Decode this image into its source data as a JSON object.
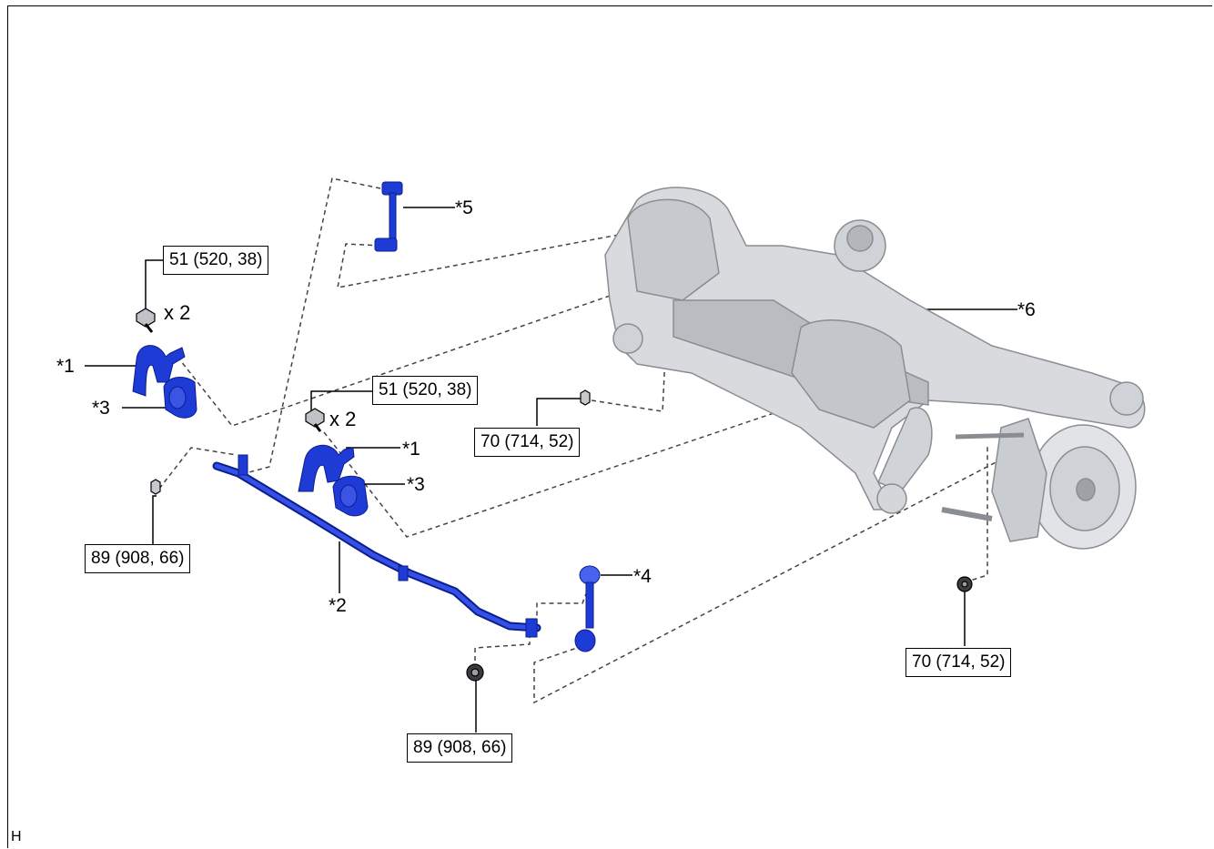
{
  "parts": {
    "stabilizer_bracket_left": "*1",
    "stabilizer_bracket_right": "*1",
    "stabilizer_bar": "*2",
    "bushing_left": "*3",
    "bushing_right": "*3",
    "link_lower": "*4",
    "link_upper": "*5",
    "suspension_member": "*6"
  },
  "torques": {
    "bracket_bolt_left": "51 (520, 38)",
    "bracket_bolt_right": "51 (520, 38)",
    "member_bolt_upper": "70 (714, 52)",
    "member_bolt_lower": "70 (714, 52)",
    "link_nut_left": "89 (908, 66)",
    "link_nut_lower": "89 (908, 66)"
  },
  "quantities": {
    "bracket_bolt_left": "x 2",
    "bracket_bolt_right": "x 2"
  },
  "corner_symbol": "H",
  "colors": {
    "part_blue": "#1f3bd6",
    "part_blue_light": "#5a72f0",
    "assembly_gray": "#d8dadd",
    "line": "#000000"
  }
}
